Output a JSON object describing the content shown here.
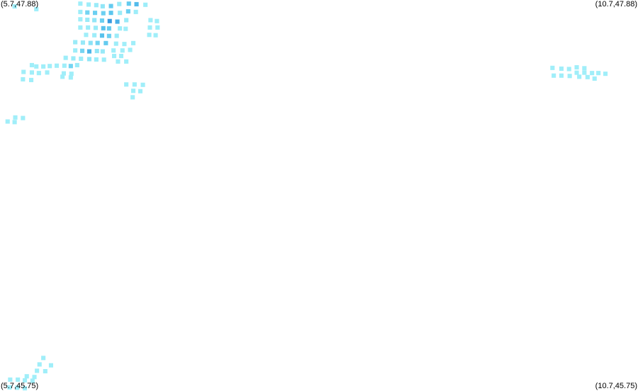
{
  "chart_data": {
    "type": "heatmap",
    "title": "",
    "xlabel": "",
    "ylabel": "",
    "xlim": [
      5.7,
      10.7
    ],
    "ylim": [
      45.75,
      47.88
    ],
    "corner_labels": {
      "top_left": "(5.7,47.88)",
      "top_right": "(10.7,47.88)",
      "bottom_left": "(5.7,45.75)",
      "bottom_right": "(10.7,45.75)"
    },
    "color_scale": {
      "low": "#a9f4fb",
      "mid": "#5cc6ee",
      "high": "#2e8fdd"
    },
    "cell_size_deg": 0.034,
    "points": [
      [
        5.815,
        47.845,
        0.05
      ],
      [
        5.985,
        47.83,
        0.05
      ],
      [
        6.33,
        47.86,
        0.06
      ],
      [
        6.395,
        47.855,
        0.08
      ],
      [
        6.455,
        47.852,
        0.1
      ],
      [
        6.505,
        47.846,
        0.15
      ],
      [
        6.57,
        47.847,
        0.45
      ],
      [
        6.635,
        47.858,
        0.1
      ],
      [
        6.71,
        47.86,
        0.45
      ],
      [
        6.77,
        47.857,
        0.6
      ],
      [
        6.84,
        47.854,
        0.08
      ],
      [
        6.33,
        47.815,
        0.08
      ],
      [
        6.385,
        47.812,
        0.35
      ],
      [
        6.445,
        47.81,
        0.4
      ],
      [
        6.51,
        47.808,
        0.4
      ],
      [
        6.57,
        47.81,
        0.5
      ],
      [
        6.64,
        47.81,
        0.1
      ],
      [
        6.705,
        47.818,
        0.4
      ],
      [
        6.765,
        47.815,
        0.08
      ],
      [
        6.33,
        47.775,
        0.06
      ],
      [
        6.385,
        47.772,
        0.1
      ],
      [
        6.44,
        47.77,
        0.15
      ],
      [
        6.5,
        47.768,
        0.4
      ],
      [
        6.56,
        47.765,
        0.9
      ],
      [
        6.62,
        47.762,
        0.7
      ],
      [
        6.69,
        47.77,
        0.1
      ],
      [
        6.88,
        47.77,
        0.06
      ],
      [
        6.93,
        47.765,
        0.06
      ],
      [
        6.33,
        47.73,
        0.06
      ],
      [
        6.39,
        47.73,
        0.08
      ],
      [
        6.45,
        47.728,
        0.1
      ],
      [
        6.51,
        47.726,
        0.55
      ],
      [
        6.555,
        47.725,
        0.45
      ],
      [
        6.64,
        47.725,
        0.08
      ],
      [
        6.685,
        47.723,
        0.06
      ],
      [
        6.875,
        47.73,
        0.06
      ],
      [
        6.935,
        47.73,
        0.06
      ],
      [
        6.375,
        47.69,
        0.06
      ],
      [
        6.44,
        47.688,
        0.08
      ],
      [
        6.5,
        47.686,
        0.55
      ],
      [
        6.555,
        47.684,
        0.4
      ],
      [
        6.615,
        47.685,
        0.1
      ],
      [
        6.87,
        47.69,
        0.06
      ],
      [
        6.92,
        47.688,
        0.06
      ],
      [
        6.29,
        47.65,
        0.1
      ],
      [
        6.35,
        47.648,
        0.12
      ],
      [
        6.41,
        47.646,
        0.2
      ],
      [
        6.465,
        47.646,
        0.35
      ],
      [
        6.53,
        47.645,
        0.45
      ],
      [
        6.61,
        47.642,
        0.08
      ],
      [
        6.675,
        47.64,
        0.06
      ],
      [
        6.745,
        47.645,
        0.06
      ],
      [
        6.29,
        47.605,
        0.08
      ],
      [
        6.345,
        47.603,
        0.35
      ],
      [
        6.4,
        47.6,
        0.65
      ],
      [
        6.46,
        47.602,
        0.15
      ],
      [
        6.505,
        47.6,
        0.12
      ],
      [
        6.59,
        47.605,
        0.06
      ],
      [
        6.66,
        47.605,
        0.06
      ],
      [
        6.72,
        47.608,
        0.06
      ],
      [
        6.215,
        47.565,
        0.08
      ],
      [
        6.275,
        47.562,
        0.1
      ],
      [
        6.335,
        47.56,
        0.08
      ],
      [
        6.4,
        47.558,
        0.15
      ],
      [
        6.455,
        47.556,
        0.08
      ],
      [
        6.515,
        47.555,
        0.08
      ],
      [
        6.595,
        47.575,
        0.06
      ],
      [
        6.65,
        47.575,
        0.06
      ],
      [
        6.205,
        47.522,
        0.06
      ],
      [
        6.255,
        47.52,
        0.35
      ],
      [
        6.305,
        47.525,
        0.1
      ],
      [
        6.625,
        47.545,
        0.06
      ],
      [
        6.69,
        47.545,
        0.06
      ],
      [
        5.95,
        47.525,
        0.06
      ],
      [
        5.985,
        47.518,
        0.06
      ],
      [
        6.04,
        47.518,
        0.06
      ],
      [
        6.09,
        47.52,
        0.06
      ],
      [
        6.145,
        47.522,
        0.06
      ],
      [
        6.2,
        47.48,
        0.06
      ],
      [
        6.26,
        47.478,
        0.06
      ],
      [
        5.885,
        47.488,
        0.06
      ],
      [
        5.95,
        47.485,
        0.06
      ],
      [
        6.005,
        47.482,
        0.06
      ],
      [
        6.07,
        47.485,
        0.06
      ],
      [
        6.19,
        47.462,
        0.06
      ],
      [
        6.255,
        47.458,
        0.06
      ],
      [
        5.88,
        47.448,
        0.06
      ],
      [
        5.945,
        47.444,
        0.06
      ],
      [
        6.69,
        47.42,
        0.06
      ],
      [
        6.755,
        47.42,
        0.06
      ],
      [
        6.82,
        47.418,
        0.06
      ],
      [
        6.745,
        47.385,
        0.06
      ],
      [
        6.8,
        47.383,
        0.06
      ],
      [
        6.74,
        47.35,
        0.06
      ],
      [
        5.82,
        47.24,
        0.06
      ],
      [
        5.88,
        47.237,
        0.06
      ],
      [
        5.76,
        47.218,
        0.06
      ],
      [
        5.815,
        47.215,
        0.06
      ],
      [
        10.03,
        47.51,
        0.06
      ],
      [
        10.1,
        47.506,
        0.06
      ],
      [
        10.16,
        47.504,
        0.06
      ],
      [
        10.22,
        47.513,
        0.06
      ],
      [
        10.28,
        47.508,
        0.06
      ],
      [
        10.04,
        47.468,
        0.06
      ],
      [
        10.1,
        47.468,
        0.06
      ],
      [
        10.165,
        47.466,
        0.06
      ],
      [
        10.22,
        47.484,
        0.06
      ],
      [
        10.28,
        47.484,
        0.06
      ],
      [
        10.34,
        47.482,
        0.06
      ],
      [
        10.39,
        47.482,
        0.06
      ],
      [
        10.445,
        47.478,
        0.06
      ],
      [
        10.24,
        47.462,
        0.06
      ],
      [
        10.305,
        47.46,
        0.06
      ],
      [
        10.36,
        47.452,
        0.06
      ],
      [
        6.04,
        45.93,
        0.06
      ],
      [
        6.01,
        45.895,
        0.06
      ],
      [
        6.1,
        45.89,
        0.06
      ],
      [
        5.99,
        45.86,
        0.06
      ],
      [
        6.055,
        45.858,
        0.06
      ],
      [
        5.91,
        45.83,
        0.06
      ],
      [
        5.97,
        45.826,
        0.06
      ],
      [
        5.78,
        45.812,
        0.06
      ],
      [
        5.84,
        45.812,
        0.06
      ],
      [
        5.895,
        45.808,
        0.06
      ],
      [
        5.955,
        45.806,
        0.06
      ],
      [
        5.775,
        45.77,
        0.06
      ],
      [
        5.835,
        45.768,
        0.06
      ],
      [
        5.895,
        45.765,
        0.06
      ]
    ]
  }
}
